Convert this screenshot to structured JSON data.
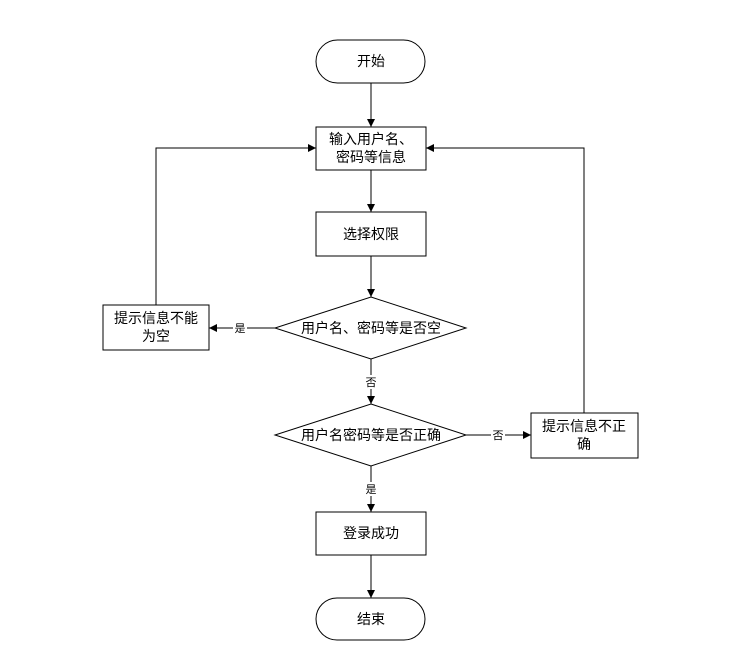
{
  "nodes": {
    "start": {
      "lines": [
        "开始"
      ]
    },
    "input": {
      "lines": [
        "输入用户名、",
        "密码等信息"
      ]
    },
    "select_role": {
      "lines": [
        "选择权限"
      ]
    },
    "check_empty": {
      "lines": [
        "用户名、密码等是否空"
      ]
    },
    "hint_empty": {
      "lines": [
        "提示信息不能",
        "为空"
      ]
    },
    "check_correct": {
      "lines": [
        "用户名密码等是否正确"
      ]
    },
    "hint_incorrect": {
      "lines": [
        "提示信息不正",
        "确"
      ]
    },
    "login_success": {
      "lines": [
        "登录成功"
      ]
    },
    "end": {
      "lines": [
        "结束"
      ]
    }
  },
  "edge_labels": {
    "empty_yes": "是",
    "empty_no": "否",
    "correct_yes": "是",
    "correct_no": "否"
  }
}
